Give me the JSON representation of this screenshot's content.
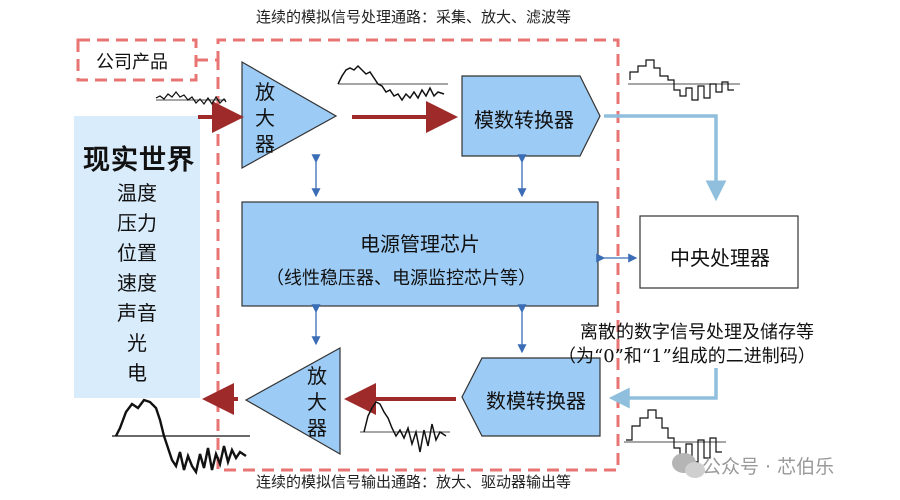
{
  "top_caption": "连续的模拟信号处理通路：采集、放大、滤波等",
  "bottom_caption": "连续的模拟信号输出通路：放大、驱动器输出等",
  "company_tag": "公司产品",
  "real_world": {
    "title": "现实世界",
    "items": [
      "温度",
      "压力",
      "位置",
      "速度",
      "声音",
      "光",
      "电"
    ]
  },
  "amplifier_in": {
    "lines": [
      "放",
      "大",
      "器"
    ]
  },
  "amplifier_out": {
    "lines": [
      "放",
      "大",
      "器"
    ]
  },
  "adc_label": "模数转换器",
  "dac_label": "数模转换器",
  "power_mgmt": {
    "title": "电源管理芯片",
    "subtitle": "（线性稳压器、电源监控芯片等）"
  },
  "cpu_label": "中央处理器",
  "digital_note": {
    "line1": "离散的数字信号处理及储存等",
    "line2": "（为“0”和“1”组成的二进制码）"
  },
  "watermark": "公众号 · 芯伯乐",
  "colors": {
    "block_fill": "#9ccbf5",
    "block_stroke": "#333333",
    "real_world_fill": "#d9ecfb",
    "dashed_border": "#e87474",
    "signal_arrow": "#9e2a2a",
    "digital_arrow": "#8fbfdc",
    "link_arrow": "#3a6db5"
  }
}
